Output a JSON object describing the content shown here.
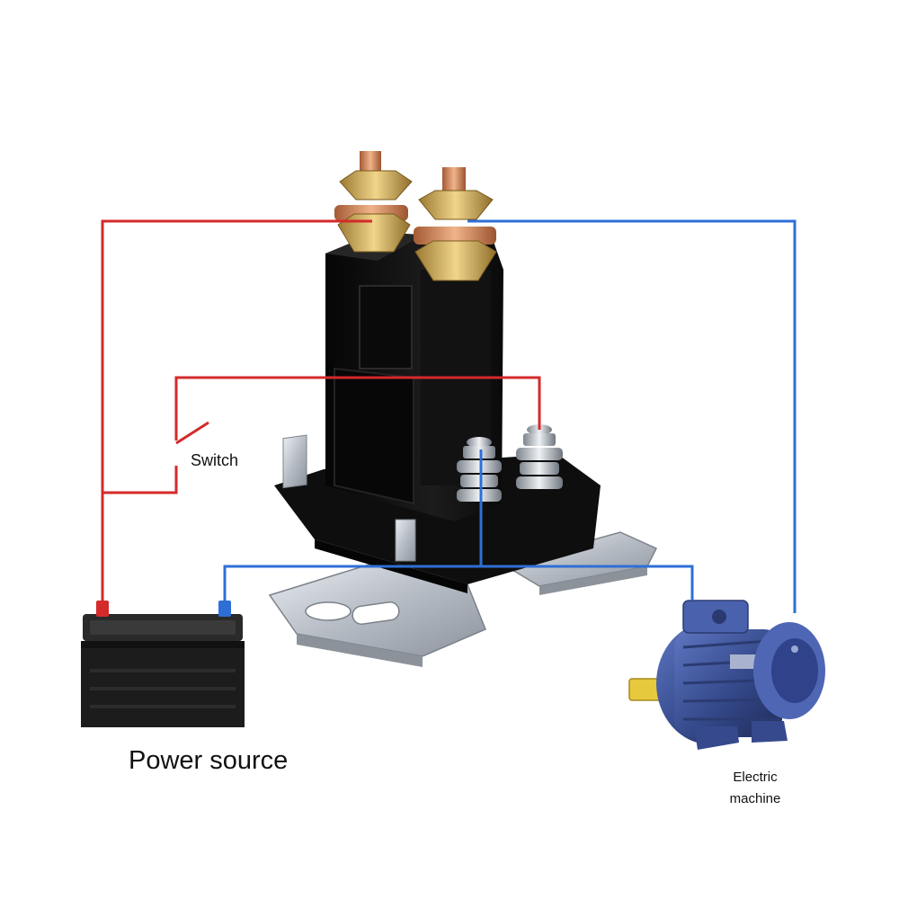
{
  "labels": {
    "switch": "Switch",
    "power_source": "Power source",
    "machine_line1": "Electric",
    "machine_line2": "machine"
  },
  "colors": {
    "positive_wire": "#d42a2a",
    "negative_wire": "#2e6fd6",
    "solenoid_body": "#111111",
    "copper": "#d4895a",
    "brass": "#d9b25c",
    "steel_bracket": "#c7ccd2",
    "battery_body": "#1c1c1c",
    "motor_body": "#3a4f93"
  },
  "icons": [
    "solenoid-relay-icon",
    "battery-icon",
    "electric-motor-icon",
    "switch-icon"
  ]
}
